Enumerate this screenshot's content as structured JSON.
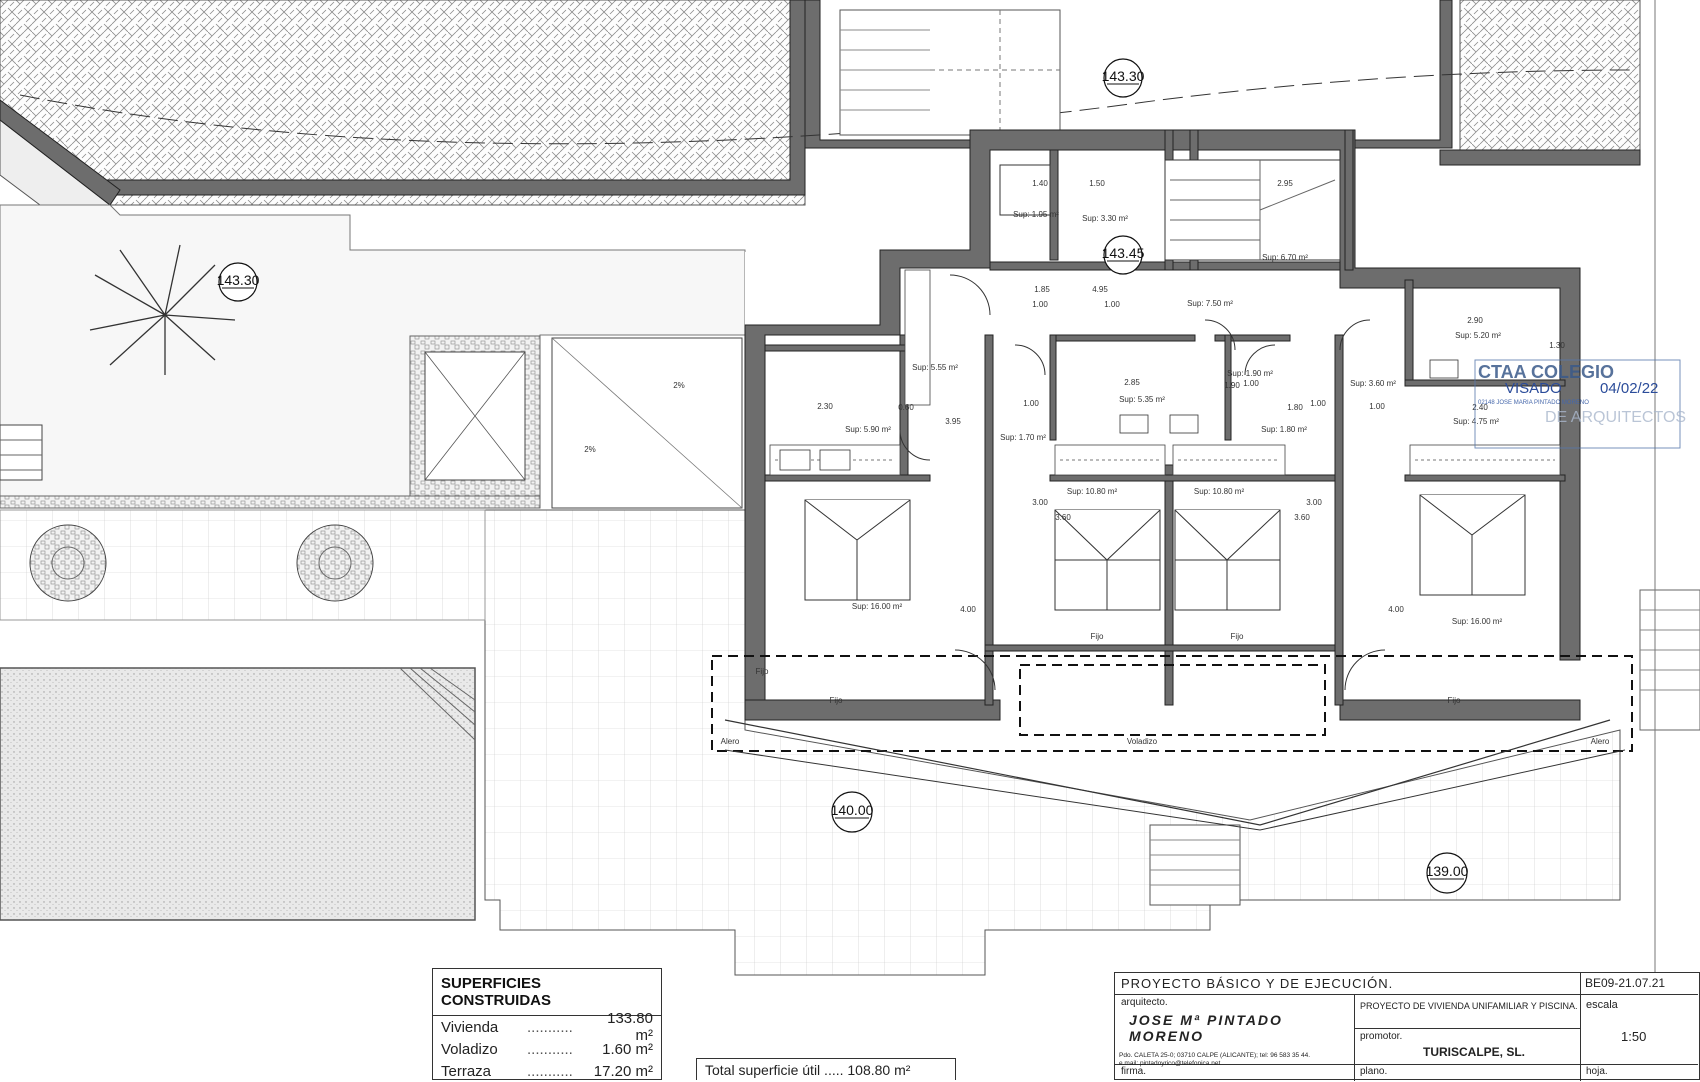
{
  "plan": {
    "levels": [
      "143.30",
      "143.30",
      "143.45",
      "140.00",
      "139.00"
    ],
    "rooms": [
      {
        "label": "Sup: 1.95 m²"
      },
      {
        "label": "Sup: 3.30 m²"
      },
      {
        "label": "Sup: 6.70 m²"
      },
      {
        "label": "Sup: 7.50 m²"
      },
      {
        "label": "Sup: 5.55 m²"
      },
      {
        "label": "Sup: 5.90 m²"
      },
      {
        "label": "Sup: 1.70 m²"
      },
      {
        "label": "Sup: 5.35 m²"
      },
      {
        "label": "Sup: 1.90 m²"
      },
      {
        "label": "Sup: 1.80 m²"
      },
      {
        "label": "Sup: 3.60 m²"
      },
      {
        "label": "Sup: 5.20 m²"
      },
      {
        "label": "Sup: 4.75 m²"
      },
      {
        "label": "Sup: 10.80 m²"
      },
      {
        "label": "Sup: 10.80 m²"
      },
      {
        "label": "Sup: 16.00 m²"
      },
      {
        "label": "Sup: 16.00 m²"
      }
    ],
    "dims": [
      "1.40",
      "1.50",
      "2.95",
      "1.85",
      "1.00",
      "4.95",
      "1.00",
      "2.85",
      "1.90",
      "1.00",
      "1.80",
      "1.00",
      "2.90",
      "1.30",
      "2.30",
      "3.95",
      "1.00",
      "0.60",
      "3.00",
      "3.60",
      "3.00",
      "3.60",
      "4.00",
      "4.00",
      "2.40",
      "1.00"
    ],
    "notes": [
      "Fijo",
      "Fijo",
      "Fijo",
      "Fijo",
      "Fijo",
      "Alero",
      "Voladizo",
      "Alero",
      "2%",
      "2%"
    ]
  },
  "stamp": {
    "org": "CTAA COLEGIO",
    "visado": "VISADO",
    "date": "04/02/22",
    "line2": "DE ARQUITECTOS",
    "holder": "02148 JOSE MARIA PINTADO MORENO"
  },
  "superficies": {
    "title": "SUPERFICIES CONSTRUIDAS",
    "rows": [
      {
        "name": "Vivienda",
        "dots": "...........",
        "value": "133.80 m²"
      },
      {
        "name": "Voladizo",
        "dots": "...........",
        "value": "1.60 m²"
      },
      {
        "name": "Terraza",
        "dots": "...........",
        "value": "17.20 m²"
      }
    ],
    "util": "Total superficie útil ..... 108.80 m²"
  },
  "titleblock": {
    "project_type": "PROYECTO BÁSICO Y DE EJECUCIÓN.",
    "code": "BE09-21.07.21",
    "arch_label": "arquitecto.",
    "arch_name": "JOSE Mª PINTADO MORENO",
    "arch_addr": "Pdo. CALETA 25-0; 03710 CALPE (ALICANTE); tel: 96 583 35 44.",
    "arch_email": "e.mail: pintadoyrico@telefonica.net",
    "project_name": "PROYECTO DE VIVIENDA UNIFAMILIAR Y PISCINA.",
    "promotor_label": "promotor.",
    "promotor": "TURISCALPE, SL.",
    "escala_label": "escala",
    "escala": "1:50",
    "firma_label": "firma.",
    "plano_label": "plano.",
    "hoja_label": "hoja."
  }
}
